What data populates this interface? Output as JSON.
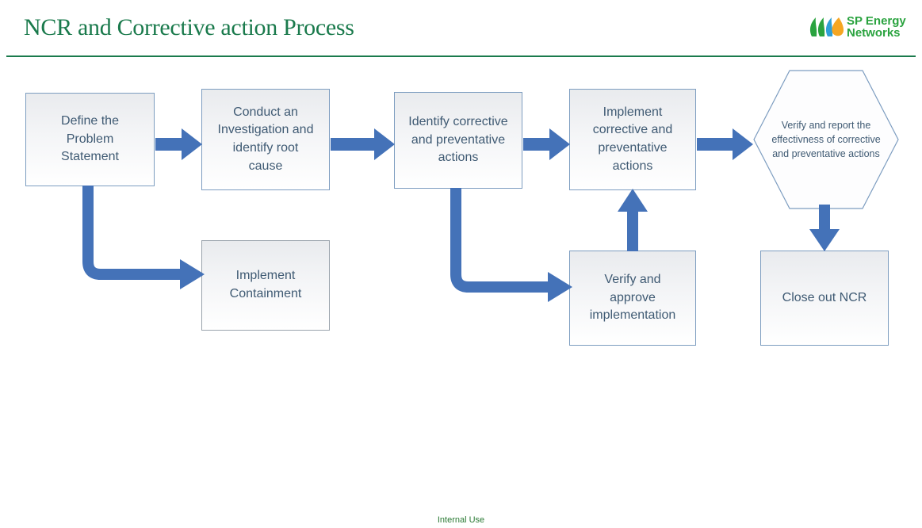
{
  "header": {
    "title": "NCR and Corrective action Process",
    "rule_color": "#1a7a4c",
    "title_color": "#1a7a4c",
    "logo": {
      "name": "sp-energy-networks-logo",
      "line1": "SP Energy",
      "line2": "Networks",
      "text_color": "#2aa33f",
      "mark_colors": [
        "#2aa33f",
        "#2f9fd6",
        "#f5a623"
      ]
    }
  },
  "diagram": {
    "accent_color": "#4472b8",
    "node_text_color": "#3f5a73",
    "node_border_color": "#7d9dc0",
    "nodes": [
      {
        "id": "define-problem",
        "label": "Define the\nProblem\nStatement"
      },
      {
        "id": "conduct-investigation",
        "label": "Conduct an\nInvestigation and\nidentify root\ncause"
      },
      {
        "id": "identify-actions",
        "label": "Identify corrective\nand preventative\nactions"
      },
      {
        "id": "implement-actions",
        "label": "Implement\ncorrective and\npreventative\nactions"
      },
      {
        "id": "verify-report",
        "label": "Verify and report the\neffectivness of corrective\nand preventative actions"
      },
      {
        "id": "implement-containment",
        "label": "Implement\nContainment"
      },
      {
        "id": "verify-approve",
        "label": "Verify and\napprove\nimplementation"
      },
      {
        "id": "close-out-ncr",
        "label": "Close out NCR"
      }
    ],
    "connectors": [
      {
        "id": "define-to-conduct",
        "type": "right"
      },
      {
        "id": "conduct-to-identify",
        "type": "right"
      },
      {
        "id": "identify-to-implement",
        "type": "right"
      },
      {
        "id": "implement-to-verify-report",
        "type": "right"
      },
      {
        "id": "define-to-containment",
        "type": "elbow-down-right"
      },
      {
        "id": "identify-to-verify-approve",
        "type": "elbow-down-right"
      },
      {
        "id": "verify-approve-to-implement",
        "type": "up"
      },
      {
        "id": "verify-report-to-close-out",
        "type": "down"
      }
    ]
  },
  "footer": {
    "text": "Internal Use",
    "color": "#2a7a34"
  }
}
